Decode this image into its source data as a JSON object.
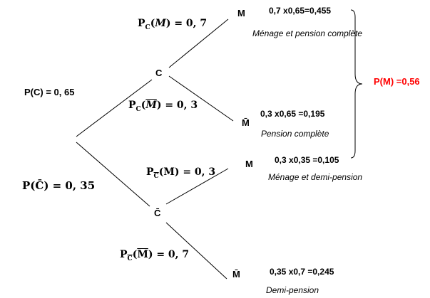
{
  "root": {
    "prob_c": "P(C) = 0, 65",
    "prob_cbar": "P(C̄) = 0, 35"
  },
  "node_c": {
    "label": "C",
    "prob_m_given_c": "P_C(M) = 0, 7",
    "prob_mbar_given_c": "P_C(M̄) = 0, 3"
  },
  "node_cbar": {
    "label": "C̄",
    "prob_m_given_cbar": "P_C̄(M) = 0, 3",
    "prob_mbar_given_cbar": "P_C̄(M̄) = 0, 7"
  },
  "leaves": [
    {
      "label": "M",
      "calc": "0,7 x0,65=0,455",
      "description": "Ménage et pension complète"
    },
    {
      "label": "M̄",
      "calc": "0,3 x0,65 =0,195",
      "description": "Pension complète"
    },
    {
      "label": "M",
      "calc": "0,3 x0,35 =0,105",
      "description": "Ménage et demi-pension"
    },
    {
      "label": "M̄",
      "calc": "0,35 x0,7 =0,245",
      "description": "Demi-pension"
    }
  ],
  "total": {
    "text": "P(M) =0,56",
    "color": "#ff0000"
  },
  "text_parts": {
    "p": "P",
    "sub_c": "C",
    "m": "M",
    "eq_07": " = 0, 7",
    "eq_03": " = 0, 3",
    "open_paren": "(",
    "close_paren": ")"
  }
}
